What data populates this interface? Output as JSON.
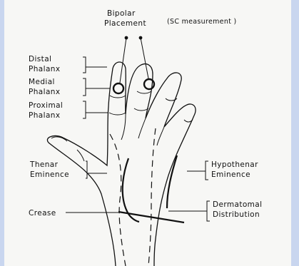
{
  "labels": {
    "bipolar_line1": "Bipolar",
    "bipolar_line2": "Placement",
    "sc_measurement": "(SC measurement )",
    "distal_line1": "Distal",
    "distal_line2": "Phalanx",
    "medial_line1": "Medial",
    "medial_line2": "Phalanx",
    "proximal_line1": "Proximal",
    "proximal_line2": "Phalanx",
    "thenar_line1": "Thenar",
    "thenar_line2": "Eminence",
    "hypothenar_line1": "Hypothenar",
    "hypothenar_line2": "Eminence",
    "crease": "Crease",
    "dermatomal_line1": "Dermatomal",
    "dermatomal_line2": "Distribution"
  },
  "colors": {
    "frame": "#c9d6ef",
    "panel": "#f7f7f5",
    "ink": "#111111"
  }
}
